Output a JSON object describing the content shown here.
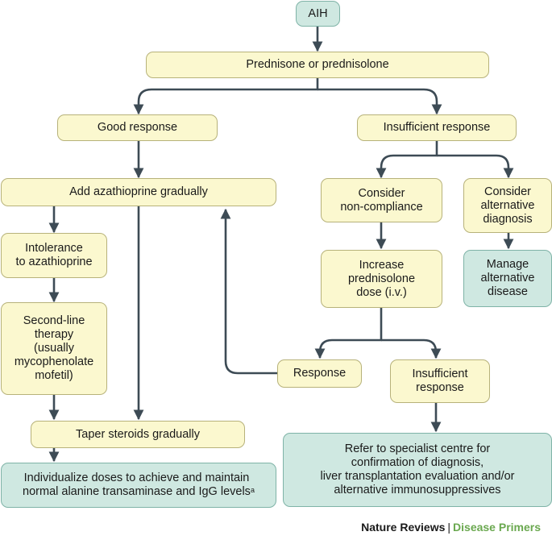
{
  "nodes": {
    "aih": "AIH",
    "prednisone": "Prednisone or prednisolone",
    "good_response": "Good response",
    "insufficient_response_1": "Insufficient response",
    "add_azathioprine": "Add azathioprine gradually",
    "consider_noncompliance": "Consider\nnon-compliance",
    "consider_alternative": "Consider\nalternative\ndiagnosis",
    "intolerance": "Intolerance\nto azathioprine",
    "increase_prednisolone": "Increase\nprednisolone\ndose (i.v.)",
    "manage_alternative": "Manage\nalternative\ndisease",
    "second_line": "Second-line\ntherapy\n(usually\nmycophenolate\nmofetil)",
    "response": "Response",
    "insufficient_response_2": "Insufficient\nresponse",
    "taper_steroids": "Taper steroids gradually",
    "individualize": "Individualize doses to achieve and maintain\nnormal alanine transaminase and IgG levels",
    "individualize_sup": "a",
    "refer_specialist": "Refer to specialist centre for\nconfirmation of diagnosis,\nliver transplantation evaluation and/or\nalternative immunosuppressives"
  },
  "footer": {
    "journal": "Nature Reviews",
    "separator": "|",
    "series": "Disease Primers"
  },
  "colors": {
    "yellow_fill": "#fbf8cf",
    "teal_fill": "#cfe8e1",
    "arrow": "#3d4b55",
    "series_green": "#6aa84f"
  }
}
